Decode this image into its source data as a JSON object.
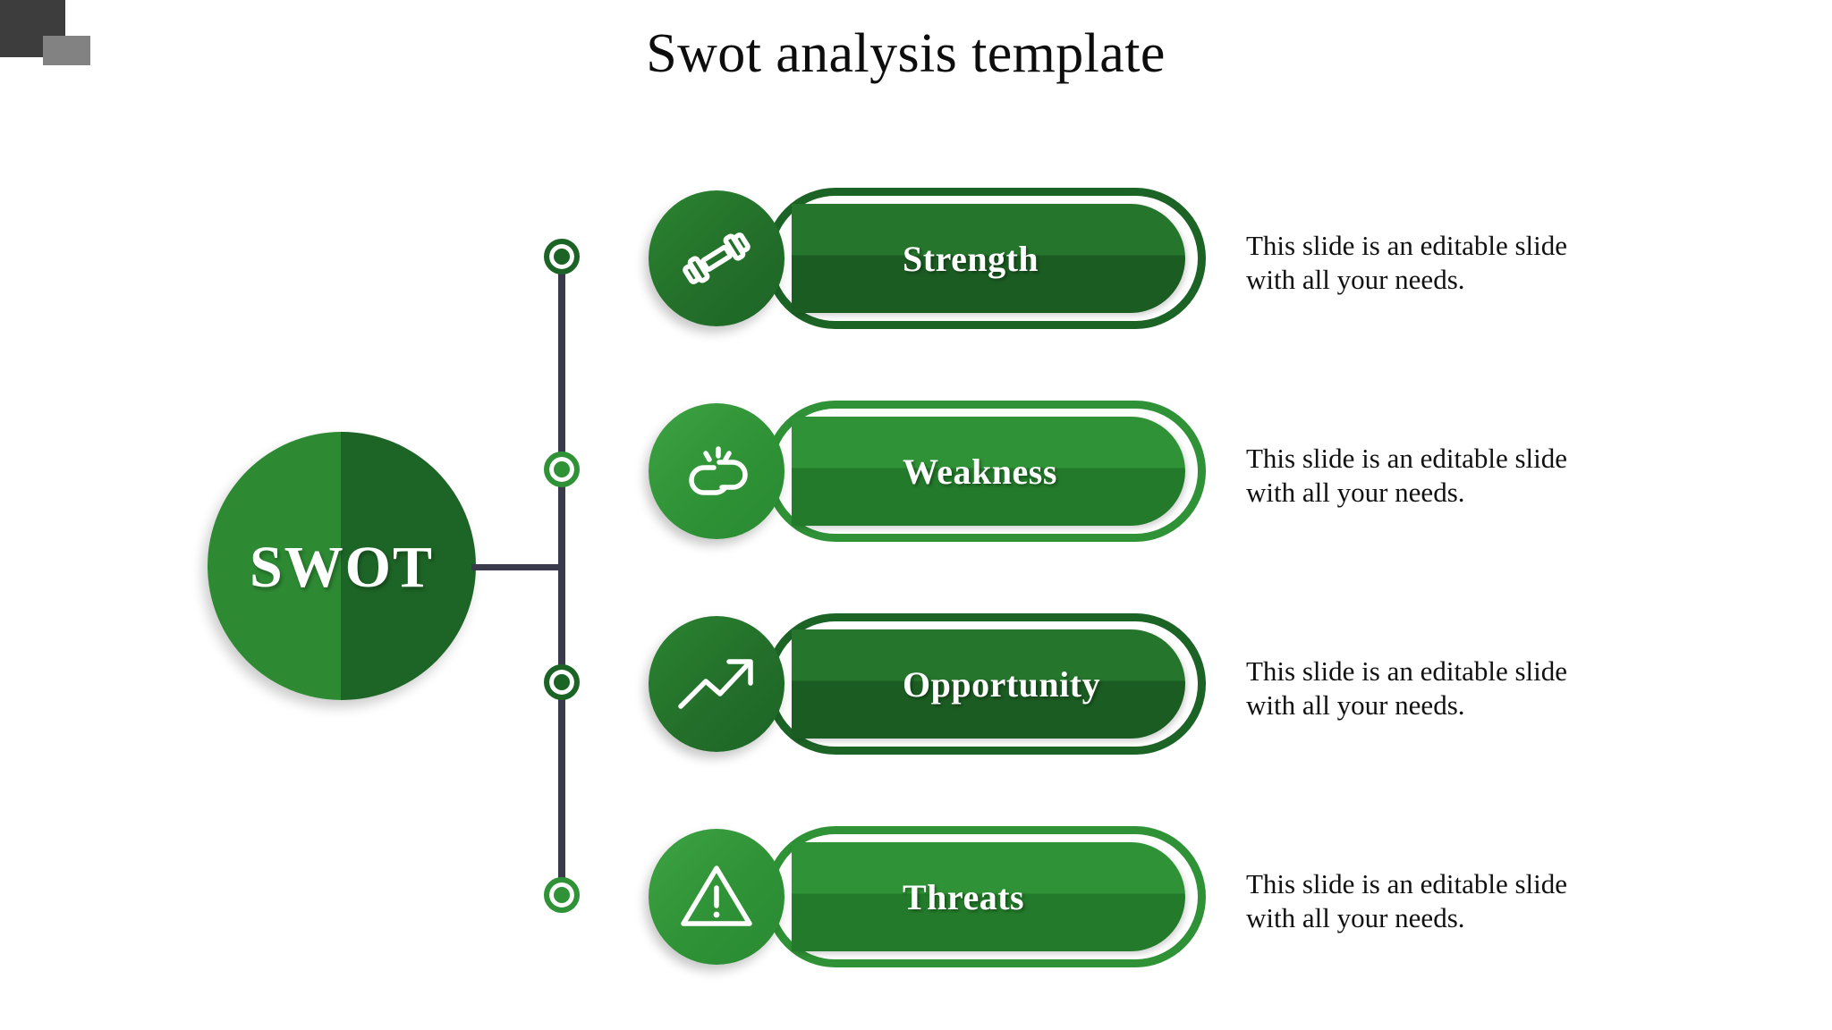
{
  "slide": {
    "title": "Swot analysis template",
    "background": "#ffffff",
    "center_label": "SWOT",
    "decor": {
      "dark_square_color": "#3d3d3d",
      "gray_square_color": "#828282"
    },
    "connector_color": "#3a3a4c",
    "palette": {
      "dark_green": "#1c6426",
      "mid_green": "#25752c",
      "light_green": "#2f9236",
      "white": "#ffffff",
      "text": "#111111"
    }
  },
  "rows": [
    {
      "label": "Strength",
      "icon": "dumbbell-icon",
      "tone": "dark",
      "body": "This slide is an editable slide with all your needs.",
      "node_tone": "dark"
    },
    {
      "label": "Weakness",
      "icon": "broken-chain-link-icon",
      "tone": "light",
      "body": "This slide is an editable slide with all your needs.",
      "node_tone": "light"
    },
    {
      "label": "Opportunity",
      "icon": "trending-up-arrow-icon",
      "tone": "dark",
      "body": "This slide is an editable slide with all your needs.",
      "node_tone": "dark"
    },
    {
      "label": "Threats",
      "icon": "warning-triangle-icon",
      "tone": "light",
      "body": "This slide is an editable slide with all your needs.",
      "node_tone": "light"
    }
  ]
}
